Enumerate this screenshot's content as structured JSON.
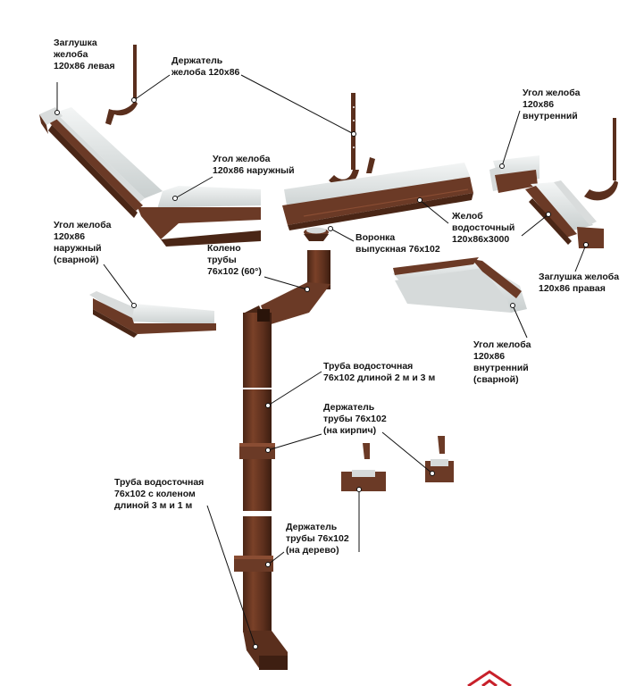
{
  "labels": {
    "end_cap_left": "Заглушка\nжелоба\n120x86 левая",
    "gutter_holder": "Держатель\nжелоба 120x86",
    "inner_corner": "Угол желоба\n120x86\nвнутренний",
    "outer_corner": "Угол желоба\n120x86 наружный",
    "outer_corner_welded": "Угол желоба\n120x86\nнаружный\n(сварной)",
    "pipe_elbow": "Колено\nтрубы\n76x102 (60°)",
    "outlet": "Воронка\nвыпускная 76x102",
    "gutter": "Желоб\nводосточный\n120x86x3000",
    "end_cap_right": "Заглушка желоба\n120x86 правая",
    "inner_corner_welded": "Угол желоба\n120x86\nвнутренний\n(сварной)",
    "downpipe": "Труба водосточная\n76x102 длиной 2 м и 3 м",
    "pipe_holder_brick": "Держатель\nтрубы 76x102\n(на кирпич)",
    "downpipe_with_elbow": "Труба водосточная\n76x102 с коленом\nдлиной 3 м и 1 м",
    "pipe_holder_wood": "Держатель\nтрубы 76x102\n(на дерево)"
  },
  "colors": {
    "gutter_brown": "#6b3a26",
    "gutter_dark": "#3e1f12",
    "gutter_light": "#8a4d33",
    "inner_white": "#e2e6e6",
    "leader_line": "#111111",
    "logo_red": "#c8202a"
  }
}
